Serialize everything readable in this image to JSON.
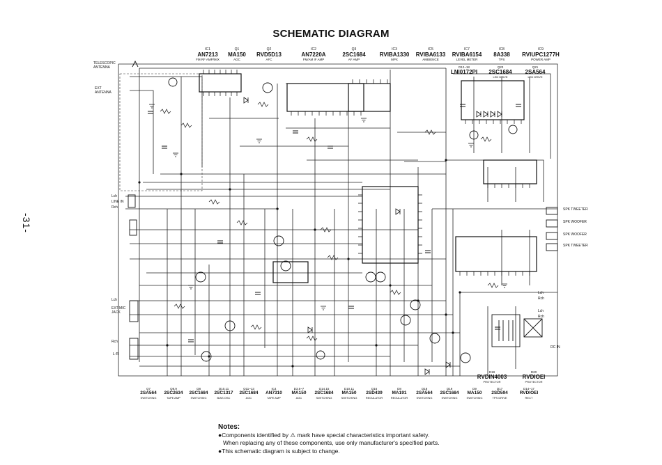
{
  "title": "SCHEMATIC DIAGRAM",
  "page_number": "-31-",
  "top_parts": [
    {
      "ref": "IC1",
      "part": "AN7213",
      "func": "FM RF AMP/MIX"
    },
    {
      "ref": "Q1",
      "part": "MA150",
      "func": "AGC"
    },
    {
      "ref": "Q2",
      "part": "RVD5D13",
      "func": "AFC"
    },
    {
      "ref": "IC2",
      "part": "AN7220A",
      "func": "FM/AM IF AMP"
    },
    {
      "ref": "Q3",
      "part": "2SC1684",
      "func": "AF AMP"
    },
    {
      "ref": "IC3",
      "part": "RVIBA1330",
      "func": "MPX"
    },
    {
      "ref": "IC5",
      "part": "RVIBA6133",
      "func": "AMBIENCE"
    },
    {
      "ref": "IC7",
      "part": "RVIBA6154",
      "func": "LEVEL METER"
    },
    {
      "ref": "IC8",
      "part": "8A338",
      "func": "TPS"
    },
    {
      "ref": "IC9",
      "part": "RVIUPC1277H",
      "func": "POWER AMP"
    }
  ],
  "mid_parts": [
    {
      "ref": "D12~18",
      "part": "LNI0172PI",
      "func": ""
    },
    {
      "ref": "Q20",
      "part": "2SC1684",
      "func": "LED DRIVE"
    },
    {
      "ref": "Q21",
      "part": "2SA564",
      "func": "LED DRIVE"
    }
  ],
  "bottom_parts": [
    {
      "ref": "Q7",
      "part": "2SA564",
      "func": "SWITCHING"
    },
    {
      "ref": "Q8,9",
      "part": "2SC2634",
      "func": "TAPE AMP"
    },
    {
      "ref": "Q8",
      "part": "2SC1684",
      "func": "SWITCHING"
    },
    {
      "ref": "Q10,11",
      "part": "2SC1317",
      "func": "BIAS OSC"
    },
    {
      "ref": "Q11~13",
      "part": "2SC1684",
      "func": "AGC"
    },
    {
      "ref": "IC4",
      "part": "AN7310",
      "func": "TAPE AMP"
    },
    {
      "ref": "D3,5~7",
      "part": "MA150",
      "func": "AGC"
    },
    {
      "ref": "Q14,15",
      "part": "2SC1684",
      "func": "SWITCHING"
    },
    {
      "ref": "D10,11",
      "part": "MA150",
      "func": "SWITCHING"
    },
    {
      "ref": "Q16",
      "part": "2SD439",
      "func": "REGULATOR"
    },
    {
      "ref": "D8",
      "part": "MA191",
      "func": "REGULATOR"
    },
    {
      "ref": "Q18",
      "part": "2SA564",
      "func": "SWITCHING"
    },
    {
      "ref": "Q19",
      "part": "2SC1684",
      "func": "SWITCHING"
    },
    {
      "ref": "D9",
      "part": "MA150",
      "func": "SWITCHING"
    },
    {
      "ref": "Q17",
      "part": "2SD594",
      "func": "TPS DRIVE"
    },
    {
      "ref": "D14~17",
      "part": "RVDIOEI",
      "func": "RECT"
    }
  ],
  "protector_parts": [
    {
      "ref": "D19",
      "part": "RVDIN4003",
      "func": "PROTECTOR"
    },
    {
      "ref": "D20",
      "part": "RVDIOEI",
      "func": "PROTECTOR"
    }
  ],
  "left_labels": [
    "TELESCOPIC ANTENNA",
    "EXT ANTENNA",
    "Lch",
    "LINE IN",
    "Rch",
    "Lch",
    "EXT MIC JACK",
    "Rch",
    "L-R"
  ],
  "right_labels": [
    "SPK TWEETER",
    "SPK WOOFER",
    "SPK WOOFER",
    "SPK TWEETER",
    "Lch",
    "Rch",
    "Lch",
    "Rch",
    "DC IN"
  ],
  "notes": {
    "heading": "Notes:",
    "line1": "●Components identified by ⚠ mark have special characteristics important safety.",
    "line2": "When replacing any of these components, use only manufacturer's specified parts.",
    "line3": "●This schematic diagram is subject to change."
  }
}
